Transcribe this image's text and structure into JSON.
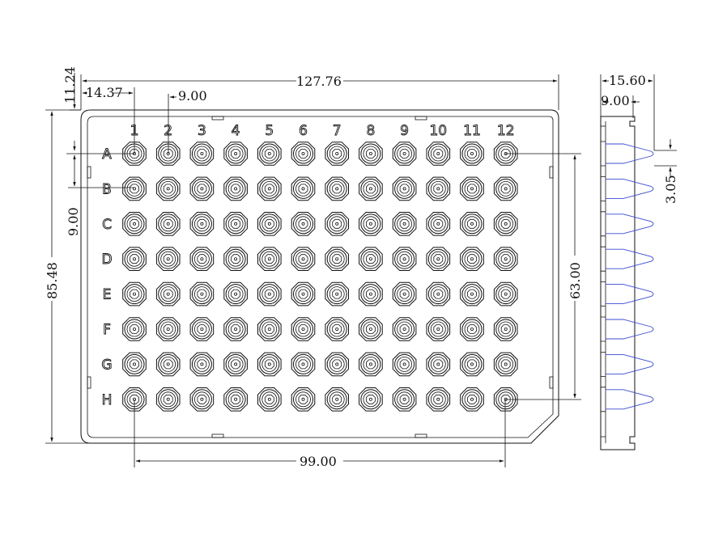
{
  "plate": {
    "column_labels": [
      "1",
      "2",
      "3",
      "4",
      "5",
      "6",
      "7",
      "8",
      "9",
      "10",
      "11",
      "12"
    ],
    "row_labels": [
      "A",
      "B",
      "C",
      "D",
      "E",
      "F",
      "G",
      "H"
    ],
    "well_count": 96
  },
  "dimensions": {
    "overall_length": "127.76",
    "a1_offset_x": "14.37",
    "a1_offset_y": "11.24",
    "column_pitch": "9.00",
    "row_pitch": "9.00",
    "overall_width": "85.48",
    "row_span": "63.00",
    "column_span": "99.00",
    "side_height": "15.60",
    "side_skirt": "9.00",
    "well_tip": "3.05"
  },
  "colors": {
    "line": "#111111",
    "well_profile": "#3a4bd0",
    "background": "#ffffff"
  }
}
